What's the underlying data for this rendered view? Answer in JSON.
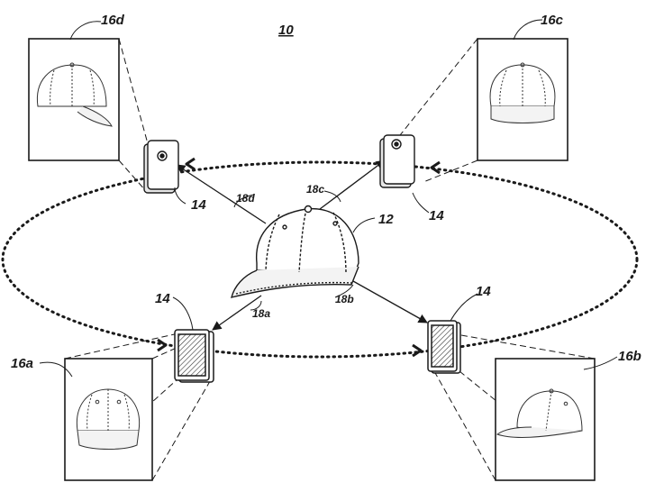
{
  "figure": {
    "figure_number": "10",
    "object_label": "12",
    "device_label": "14",
    "views": [
      {
        "id": "16a",
        "label": "16a",
        "view": "front"
      },
      {
        "id": "16b",
        "label": "16b",
        "view": "side-right"
      },
      {
        "id": "16c",
        "label": "16c",
        "view": "front-back"
      },
      {
        "id": "16d",
        "label": "16d",
        "view": "side-left"
      }
    ],
    "capture_lines": [
      {
        "id": "18a",
        "label": "18a"
      },
      {
        "id": "18b",
        "label": "18b"
      },
      {
        "id": "18c",
        "label": "18c"
      },
      {
        "id": "18d",
        "label": "18d"
      }
    ]
  }
}
